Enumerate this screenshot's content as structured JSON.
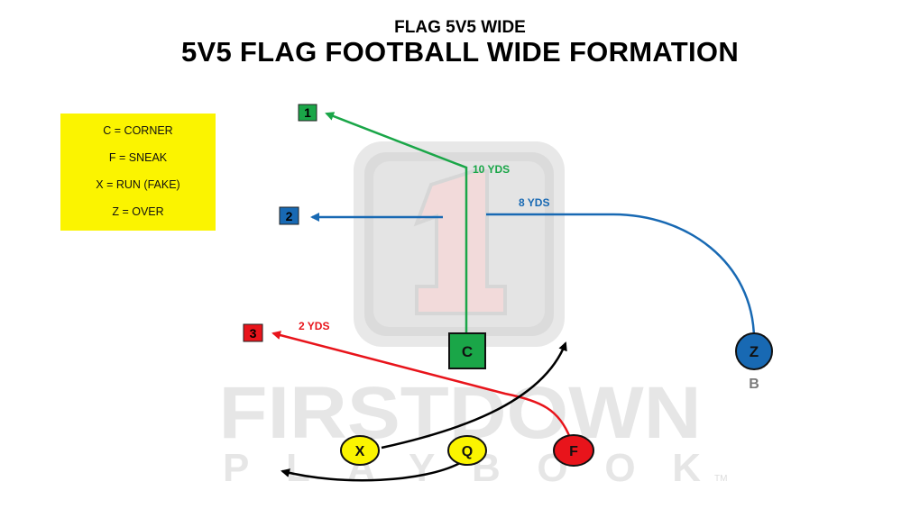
{
  "header": {
    "subtitle": "FLAG 5V5 WIDE",
    "title": "5V5 FLAG FOOTBALL WIDE FORMATION"
  },
  "legend": {
    "background": "#fbf400",
    "items": [
      "C = CORNER",
      "F = SNEAK",
      "X = RUN (FAKE)",
      "Z = OVER"
    ]
  },
  "watermark": {
    "line1": "FIRSTDOWN",
    "line2": "PLAYBOOK",
    "tm": "TM"
  },
  "receivers": {
    "first": "1",
    "second": "2",
    "third": "3"
  },
  "distances": {
    "route_1": "10 YDS",
    "route_2": "8 YDS",
    "route_3": "2 YDS"
  },
  "players": {
    "center": "C",
    "z": "Z",
    "x": "X",
    "qb": "Q",
    "f": "F",
    "z_sublabel": "B"
  },
  "colors": {
    "green": "#1aa648",
    "blue": "#1869b3",
    "red": "#e8141b",
    "yellow": "#fbf400",
    "black": "#000000"
  }
}
